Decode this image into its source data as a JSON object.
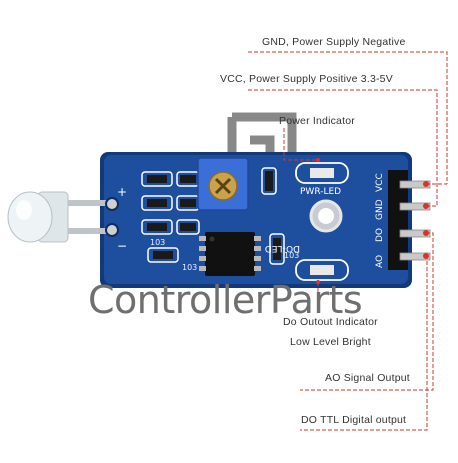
{
  "callouts": {
    "gnd": "GND, Power Supply Negative",
    "vcc": "VCC, Power Supply Positive 3.3-5V",
    "power_indicator": "Power Indicator",
    "do_indicator": "Do Outout Indicator",
    "low_level": "Low Level Bright",
    "ao_output": "AO Signal Output",
    "do_output": "DO TTL Digital output"
  },
  "board": {
    "pwr_led": "PWR-LED",
    "do_led": "DO-LED",
    "pins": [
      "VCC",
      "GND",
      "DO",
      "AO"
    ],
    "plus": "+",
    "minus": "−",
    "resistor_codes": [
      "103",
      "103",
      "103"
    ]
  },
  "watermark": "ControllerParts",
  "colors": {
    "pcb": "#1d4f9e",
    "pcb_edge": "#123a7a",
    "callout_line": "#d8342c",
    "pins": "#c9c9c9",
    "pot": "#3a6fd8"
  }
}
